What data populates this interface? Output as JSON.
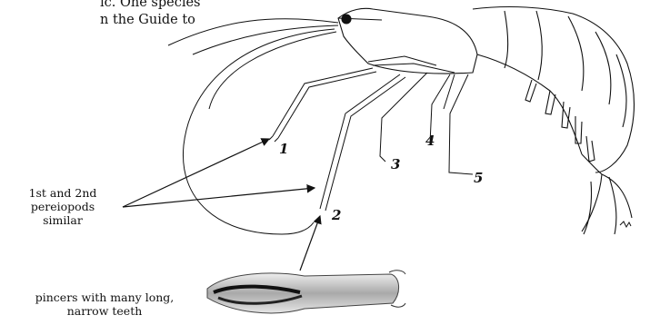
{
  "text_fragment": {
    "line1": "ic. One species",
    "line2": "n the Guide to"
  },
  "labels": {
    "l1": "1",
    "l2": "2",
    "l3": "3",
    "l4": "4",
    "l5": "5"
  },
  "notes": {
    "similar_line1": "1st and 2nd",
    "similar_line2": "pereiopods",
    "similar_line3": "similar",
    "pincers_line1": "pincers with many long,",
    "pincers_line2": "narrow teeth"
  }
}
